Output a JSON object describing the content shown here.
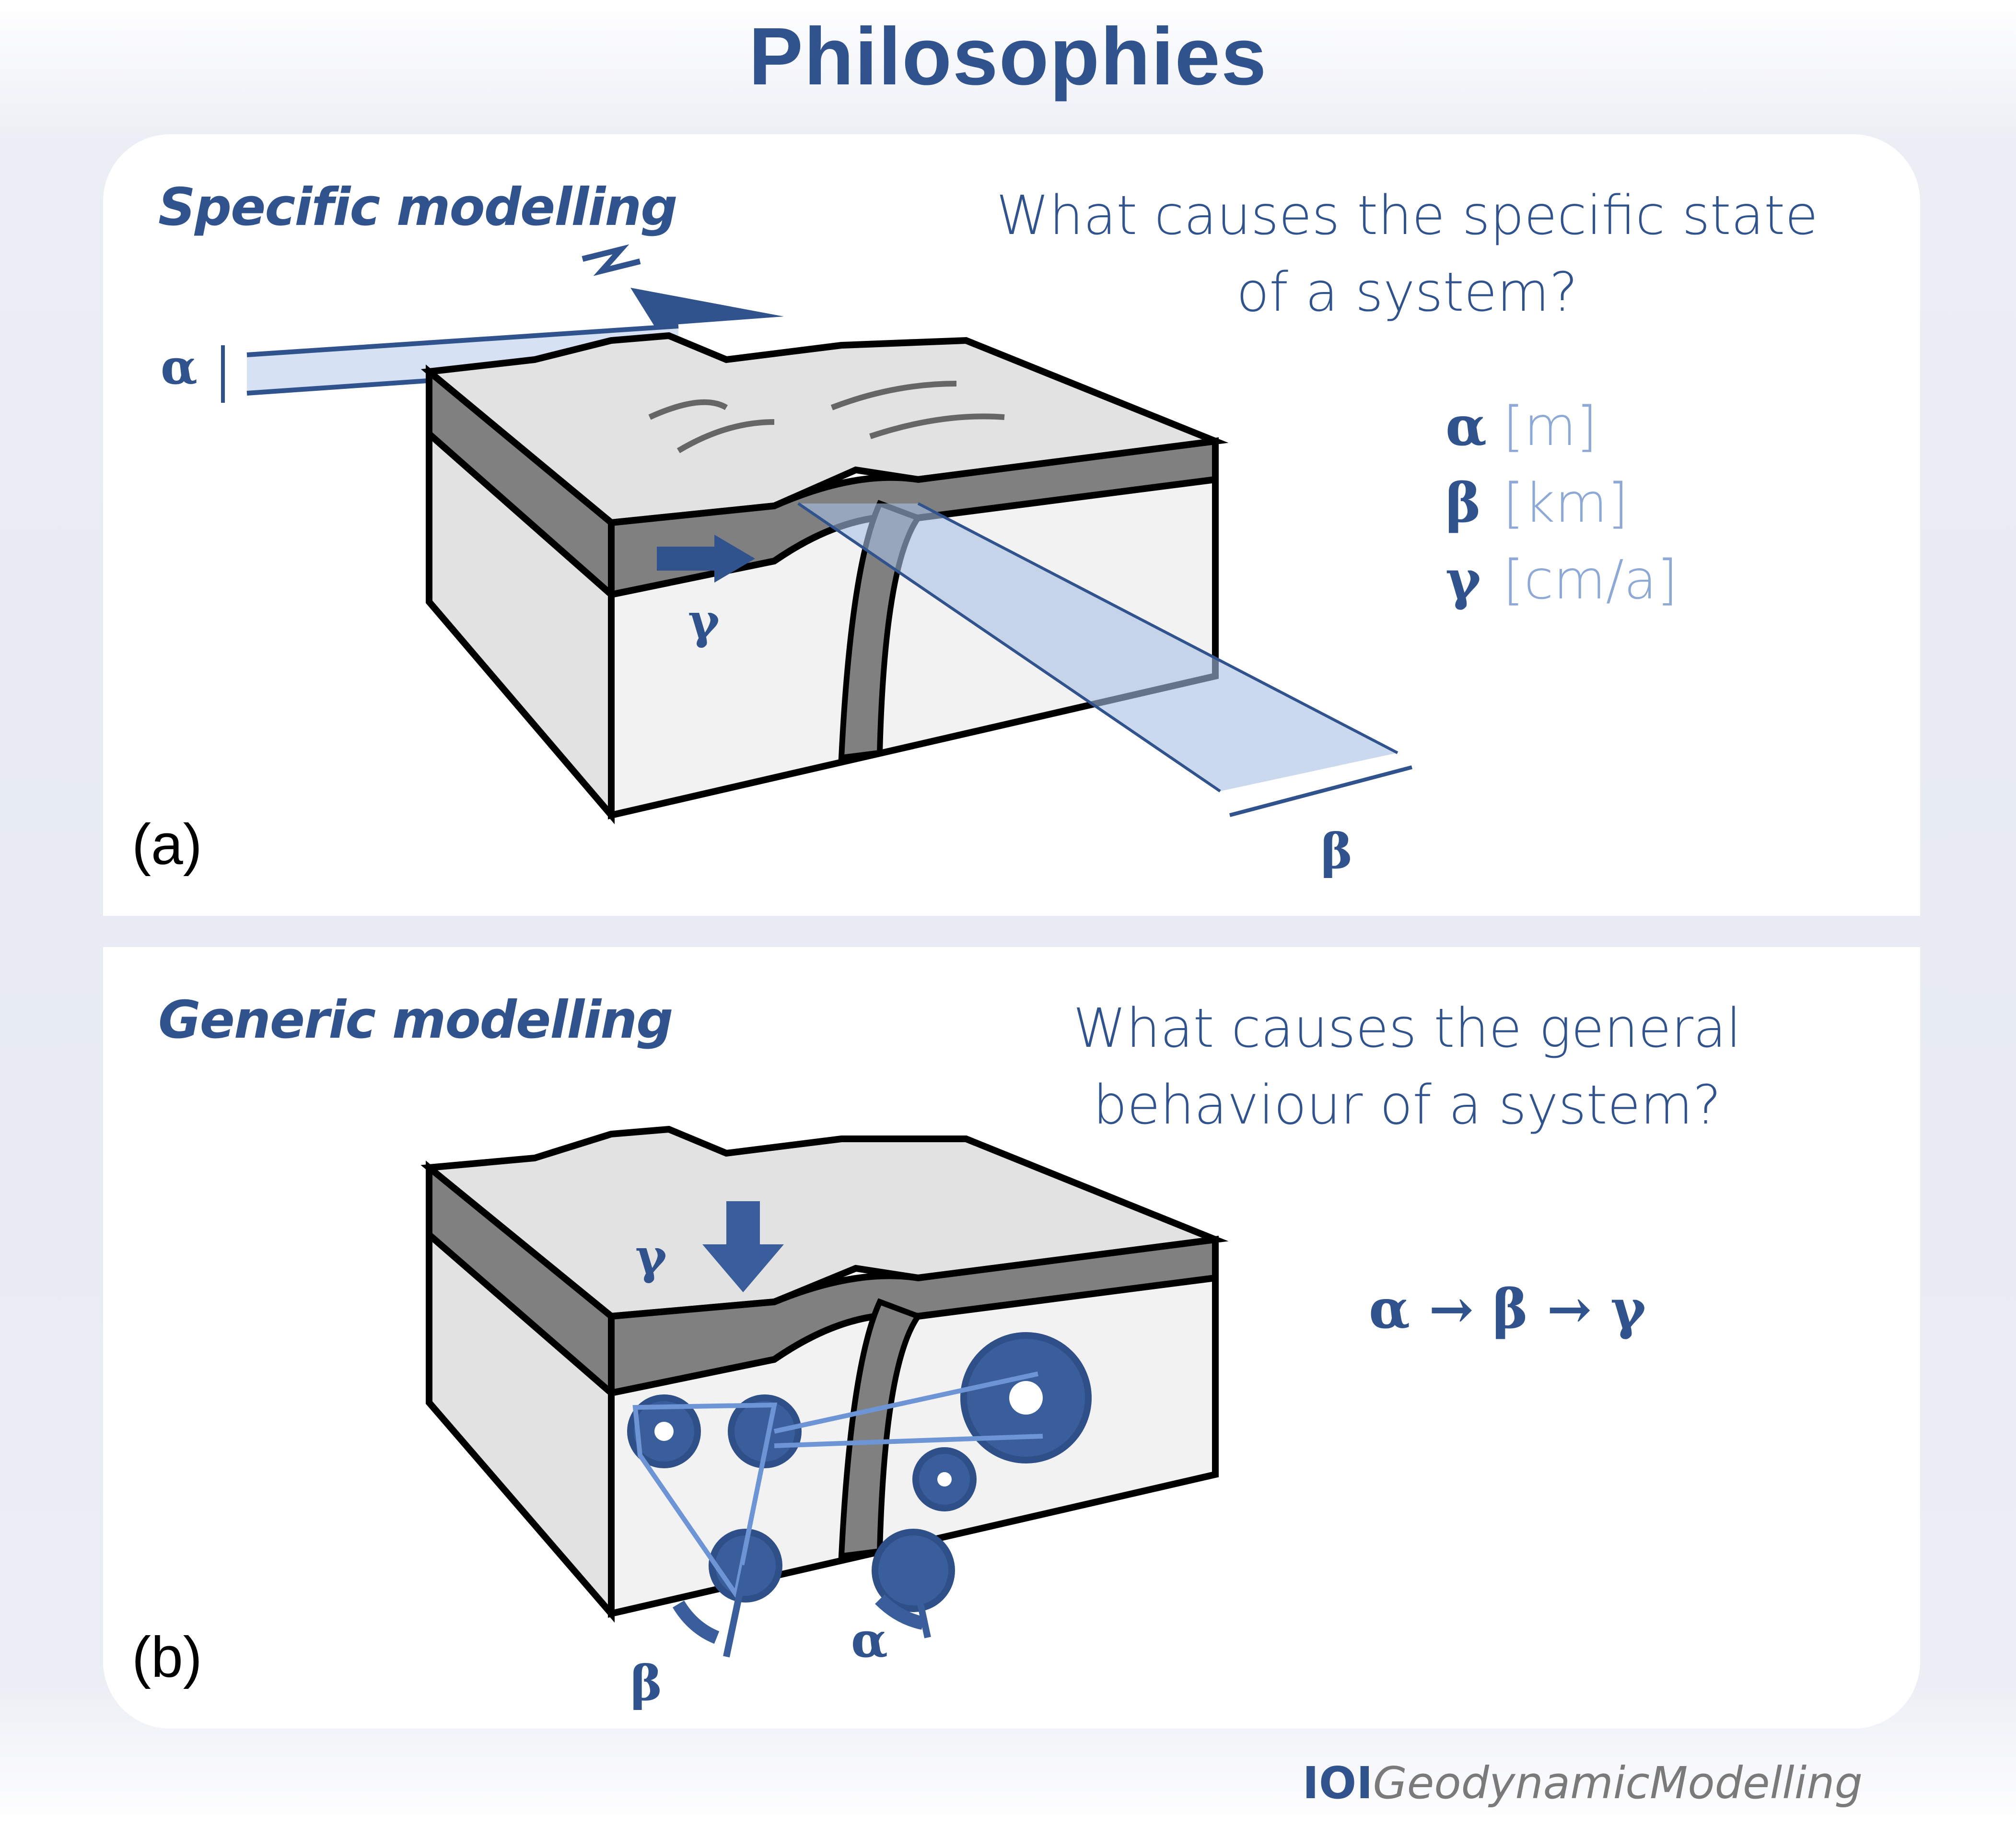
{
  "title": "Philosophies",
  "panel_a": {
    "heading": "Specific modelling",
    "question": "What causes the specific state of a system?",
    "label": "(a)",
    "parameters": [
      {
        "symbol": "α",
        "unit": "[m]"
      },
      {
        "symbol": "β",
        "unit": "[km]"
      },
      {
        "symbol": "γ",
        "unit": "[cm/a]"
      }
    ],
    "diagram_labels": {
      "alpha": "α",
      "beta": "β",
      "gamma": "γ"
    }
  },
  "panel_b": {
    "heading": "Generic modelling",
    "question": "What causes the general behaviour of a system?",
    "label": "(b)",
    "chain": "α → β → γ",
    "diagram_labels": {
      "alpha": "α",
      "beta": "β",
      "gamma": "γ"
    }
  },
  "footer": {
    "logo": "IOI",
    "brand": "GeodynamicModelling"
  },
  "colors": {
    "primary": "#30528d",
    "light_blue": "#8ea9d6",
    "band_fill": "#c8d6ee",
    "gear": "#3a5e9c",
    "crust_dark": "#808080",
    "crust_light": "#e2e2e2"
  }
}
